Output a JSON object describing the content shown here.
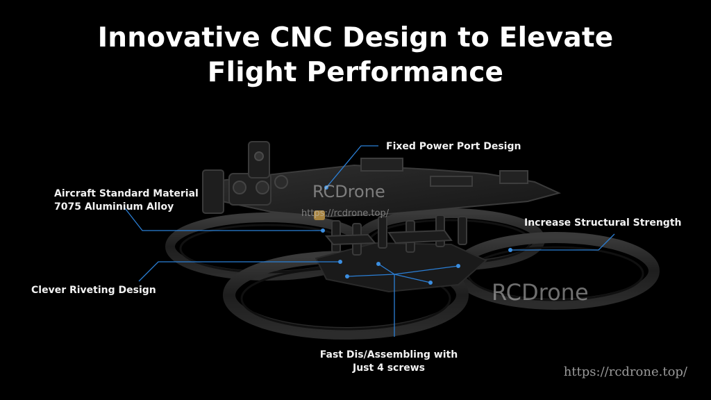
{
  "title": {
    "line1": "Innovative CNC Design to Elevate",
    "line2": "Flight Performance"
  },
  "callouts": {
    "power_port": "Fixed Power Port Design",
    "material_line1": "Aircraft Standard Material",
    "material_line2": "7075 Aluminium Alloy",
    "structural": "Increase Structural Strength",
    "riveting": "Clever Riveting Design",
    "assembling_line1": "Fast Dis/Assembling with",
    "assembling_line2": "Just 4 screws"
  },
  "watermarks": {
    "brand_top": "RCDrone",
    "url_top": "https://rcdrone.top/",
    "brand_right": "RCDrone",
    "url_corner": "https://rcdrone.top/"
  },
  "colors": {
    "background": "#000000",
    "callout_line": "#2b7fd6",
    "text": "#ffffff"
  }
}
